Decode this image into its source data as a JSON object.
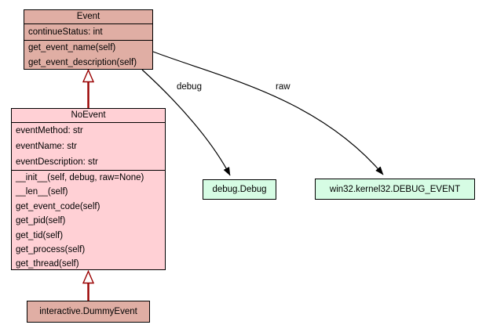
{
  "diagram": {
    "classes": {
      "event": {
        "title": "Event",
        "attributes": [
          "continueStatus: int"
        ],
        "methods": [
          "get_event_name(self)",
          "get_event_description(self)"
        ]
      },
      "noevent": {
        "title": "NoEvent",
        "attributes": [
          "eventMethod: str",
          "eventName: str",
          "eventDescription: str"
        ],
        "methods": [
          "__init__(self, debug, raw=None)",
          "__len__(self)",
          "get_event_code(self)",
          "get_pid(self)",
          "get_tid(self)",
          "get_process(self)",
          "get_thread(self)"
        ]
      },
      "dummy_event": {
        "title": "interactive.DummyEvent"
      },
      "debug": {
        "title": "debug.Debug"
      },
      "debug_event_struct": {
        "title": "win32.kernel32.DEBUG_EVENT"
      }
    },
    "edges": {
      "debug_label": "debug",
      "raw_label": "raw"
    },
    "colors": {
      "base_class_fill": "#e0aea4",
      "main_class_fill": "#ffd0d5",
      "external_struct_fill": "#d6fce4",
      "inheritance_arrow": "#990000",
      "association_line": "#000000",
      "border": "#000000",
      "background": "#ffffff"
    }
  }
}
